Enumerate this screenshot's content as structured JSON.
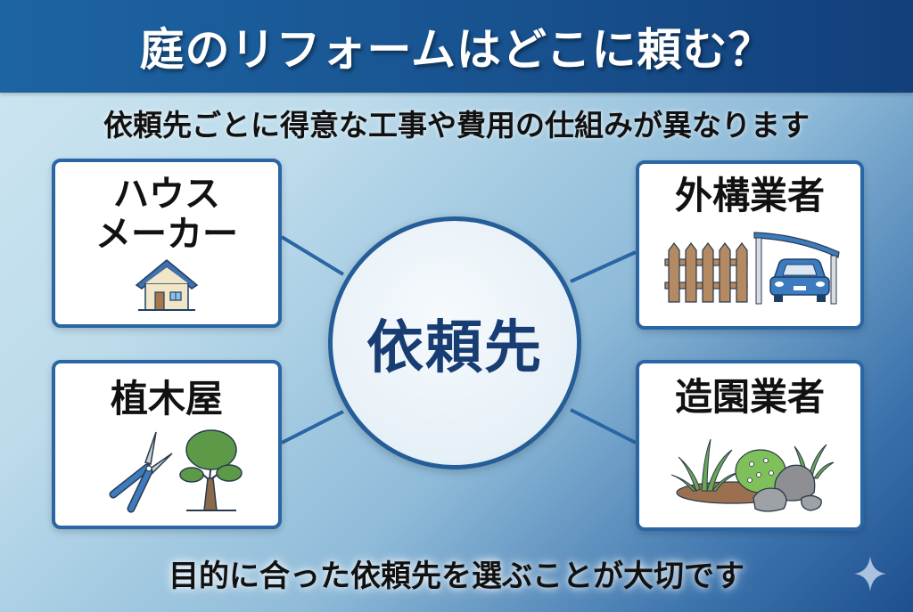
{
  "header": {
    "title": "庭のリフォームはどこに頼む？"
  },
  "subtitle": "依頼先ごとに得意な工事や費用の仕組みが異なります",
  "center": {
    "label": "依頼先"
  },
  "cards": [
    {
      "id": "house-maker",
      "title": "ハウス\nメーカー",
      "icon": "house-icon"
    },
    {
      "id": "gardener",
      "title": "植木屋",
      "icon": "pruning-shears-and-tree-icon"
    },
    {
      "id": "exterior-contractor",
      "title": "外構業者",
      "icon": "fence-and-carport-icon"
    },
    {
      "id": "landscaper",
      "title": "造園業者",
      "icon": "plants-and-rocks-icon"
    }
  ],
  "footer": "目的に合った依頼先を選ぶことが大切です",
  "colors": {
    "header_bg": "#18528f",
    "card_border": "#2a66a4",
    "center_text": "#183d72",
    "connector": "#2a66a4"
  }
}
